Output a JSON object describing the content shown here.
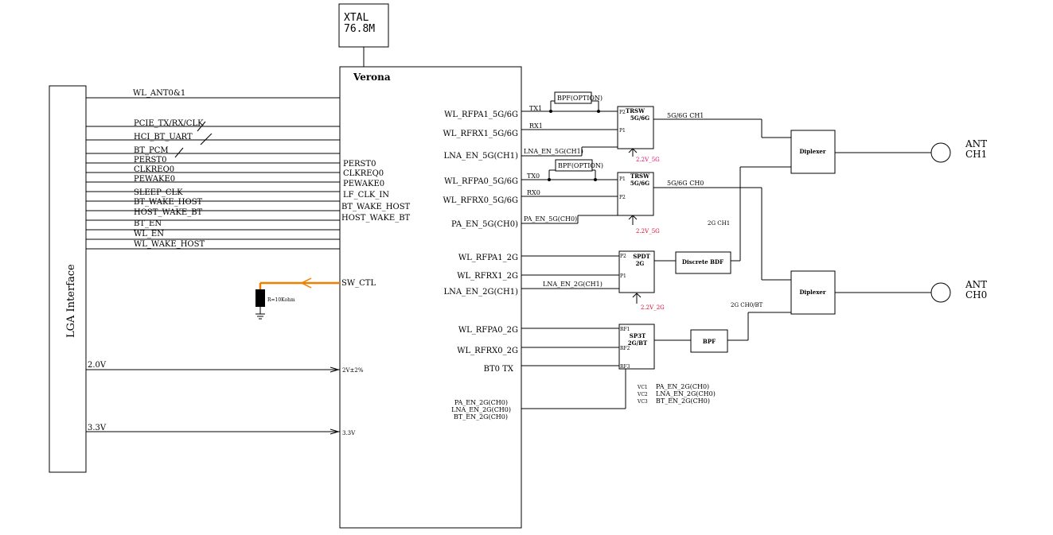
{
  "xtal": {
    "line1": "XTAL",
    "line2": "76.8M"
  },
  "chip": {
    "title": "Verona"
  },
  "lga": {
    "label": "LGA Interface"
  },
  "host_signals": {
    "wl_ant": "WL_ANT0&1",
    "pcie": "PCIE_TX/RX/CLK",
    "hci_uart": "HCI_BT_UART",
    "bt_pcm": "BT_PCM",
    "perst_l": "PERST0",
    "clkreq_l": "CLKREQ0",
    "pewake_l": "PEWAKE0",
    "sleep_clk_l": "SLEEP_CLK",
    "bt_wake_host_l": "BT_WAKE_HOST",
    "host_wake_bt_l": "HOST_WAKE_BT",
    "bt_en_l": "BT_EN",
    "wl_en_l": "WL_EN",
    "wl_wake_host_l": "WL_WAKE_HOST",
    "perst_r": "PERST0",
    "clkreq_r": "CLKREQ0",
    "pewake_r": "PEWAKE0",
    "lf_clk_in": "LF_CLK_IN",
    "bt_wake_host_r": "BT_WAKE_HOST",
    "host_wake_bt_r": "HOST_WAKE_BT",
    "sw_ctl": "SW_CTL",
    "resistor": "R=10Kohm"
  },
  "power": {
    "v20": "2.0V",
    "v20_pin": "2V±2%",
    "v33": "3.3V",
    "v33_pin": "3.3V"
  },
  "rf_pins": {
    "rfpa1_5g": "WL_RFPA1_5G/6G",
    "rfrx1_5g": "WL_RFRX1_5G/6G",
    "lna_en_5g_ch1": "LNA_EN_5G(CH1)",
    "rfpa0_5g": "WL_RFPA0_5G/6G",
    "rfrx0_5g": "WL_RFRX0_5G/6G",
    "pa_en_5g_ch0": "PA_EN_5G(CH0)",
    "rfpa1_2g": "WL_RFPA1_2G",
    "rfrx1_2g": "WL_RFRX1_2G",
    "lna_en_2g_ch1": "LNA_EN_2G(CH1)",
    "rfpa0_2g": "WL_RFPA0_2G",
    "rfrx0_2g": "WL_RFRX0_2G",
    "bt0_tx": "BT0 TX",
    "pa_en_2g_ch0": "PA_EN_2G(CH0)",
    "lna_en_2g_ch0": "LNA_EN_2G(CH0)",
    "bt_en_2g_ch0": "BT_EN_2G(CH0)"
  },
  "nets": {
    "tx1": "TX1",
    "rx1": "RX1",
    "lna_en_5g_ch1": "LNA_EN_5G(CH1)",
    "tx0": "TX0",
    "rx0": "RX0",
    "pa_en_5g_ch0": "PA_EN_5G(CH0)",
    "lna_en_2g_ch1": "LNA_EN_2G(CH1)",
    "v22_5g_a": "2.2V_5G",
    "v22_5g_b": "2.2V_5G",
    "v22_2g": "2.2V_2G",
    "ch1_5g": "5G/6G CH1",
    "ch0_5g": "5G/6G CH0",
    "ch1_2g": "2G CH1",
    "ch0_2g_bt": "2G CH0/BT"
  },
  "blocks": {
    "bpf_opt1": "BPF(OPTION)",
    "bpf_opt2": "BPF(OPTION)",
    "trsw1_l1": "TRSW",
    "trsw1_l2": "5G/6G",
    "trsw2_l1": "TRSW",
    "trsw2_l2": "5G/6G",
    "spdt_l1": "SPDT",
    "spdt_l2": "2G",
    "sp3t_l1": "SP3T",
    "sp3t_l2": "2G/BT",
    "discrete_bdf": "Discrete BDF",
    "bpf": "BPF",
    "diplexer1": "Diplexer",
    "diplexer2": "Diplexer"
  },
  "ports": {
    "p2a": "P2",
    "p1a": "P1",
    "p1b": "P1",
    "p2b": "P2",
    "p2c": "P2",
    "p1c": "P1",
    "rf1": "RF1",
    "rf2": "RF2",
    "rf3": "RF3",
    "vc1": "VC1",
    "vc2": "VC2",
    "vc3": "VC3",
    "vc1_sig": "PA_EN_2G(CH0)",
    "vc2_sig": "LNA_EN_2G(CH0)",
    "vc3_sig": "BT_EN_2G(CH0)"
  },
  "antennas": {
    "ch1_l1": "ANT",
    "ch1_l2": "CH1",
    "ch0_l1": "ANT",
    "ch0_l2": "CH0"
  },
  "colors": {
    "orange": "#f07f00",
    "red": "#e0002a",
    "pink": "#e8006b"
  }
}
